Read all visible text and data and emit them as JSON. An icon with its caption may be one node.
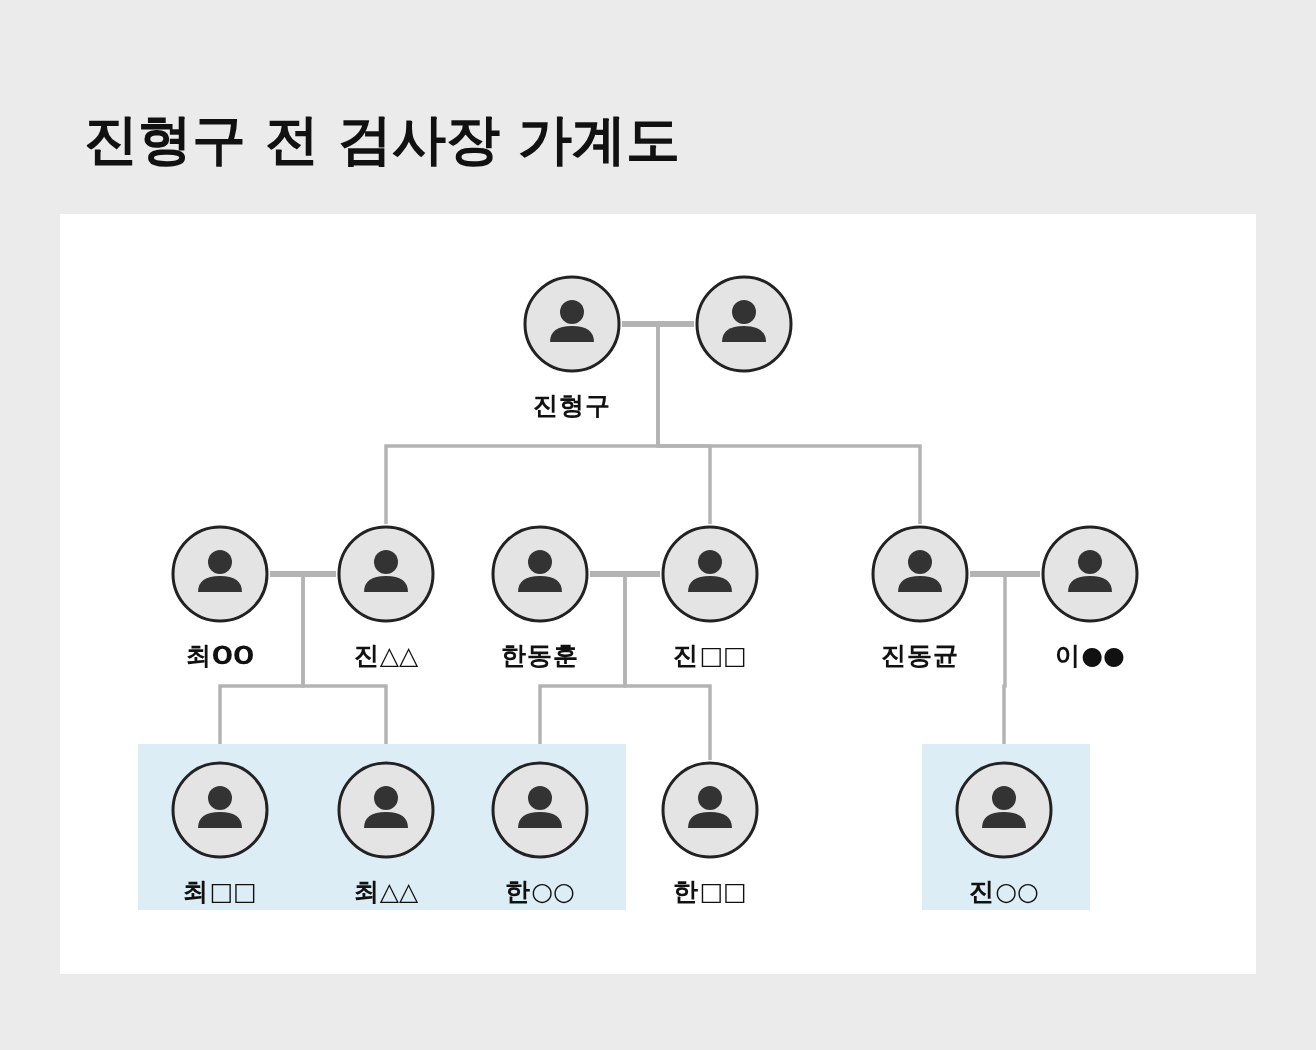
{
  "diagram": {
    "title": "진형구 전 검사장 가계도",
    "nodes": [
      {
        "text": [
          "진형구"
        ]
      },
      {
        "text": [],
        "shape": "circle"
      },
      {
        "text": [
          "최OO"
        ]
      },
      {
        "text": [
          "진△△"
        ]
      },
      {
        "text": [
          "한동훈"
        ]
      },
      {
        "text": [
          "진□□"
        ]
      },
      {
        "text": [
          "진동균"
        ]
      },
      {
        "text": [
          "이●●"
        ]
      },
      {
        "text": [],
        "shape": "box"
      },
      {
        "text": [
          "최□□"
        ],
        "in": 8
      },
      {
        "text": [
          "최△△"
        ],
        "in": 8
      },
      {
        "text": [
          "한○○"
        ],
        "in": 8
      },
      {
        "text": [
          "한□□"
        ]
      },
      {
        "text": [],
        "shape": "box"
      },
      {
        "text": [
          "진○○"
        ],
        "in": 13
      }
    ],
    "edges": [
      {
        "from": 0,
        "to": 1,
        "arrow": "none",
        "style": "thick"
      },
      {
        "from": 2,
        "to": 3,
        "arrow": "none",
        "style": "thick"
      },
      {
        "from": 4,
        "to": 5,
        "arrow": "none",
        "style": "thick"
      },
      {
        "from": 6,
        "to": 7,
        "arrow": "none",
        "style": "thick"
      },
      {
        "from": 0,
        "to": 3,
        "arrow": "none"
      },
      {
        "from": 0,
        "to": 5,
        "arrow": "none"
      },
      {
        "from": 0,
        "to": 6,
        "arrow": "none"
      },
      {
        "from": 1,
        "to": 3,
        "arrow": "none"
      },
      {
        "from": 1,
        "to": 5,
        "arrow": "none"
      },
      {
        "from": 1,
        "to": 6,
        "arrow": "none"
      },
      {
        "from": 2,
        "to": 9,
        "arrow": "none"
      },
      {
        "from": 2,
        "to": 10,
        "arrow": "none"
      },
      {
        "from": 3,
        "to": 9,
        "arrow": "none"
      },
      {
        "from": 3,
        "to": 10,
        "arrow": "none"
      },
      {
        "from": 4,
        "to": 11,
        "arrow": "none"
      },
      {
        "from": 4,
        "to": 12,
        "arrow": "none"
      },
      {
        "from": 5,
        "to": 11,
        "arrow": "none"
      },
      {
        "from": 5,
        "to": 12,
        "arrow": "none"
      },
      {
        "from": 6,
        "to": 14,
        "arrow": "none"
      },
      {
        "from": 7,
        "to": 14,
        "arrow": "none"
      }
    ]
  }
}
